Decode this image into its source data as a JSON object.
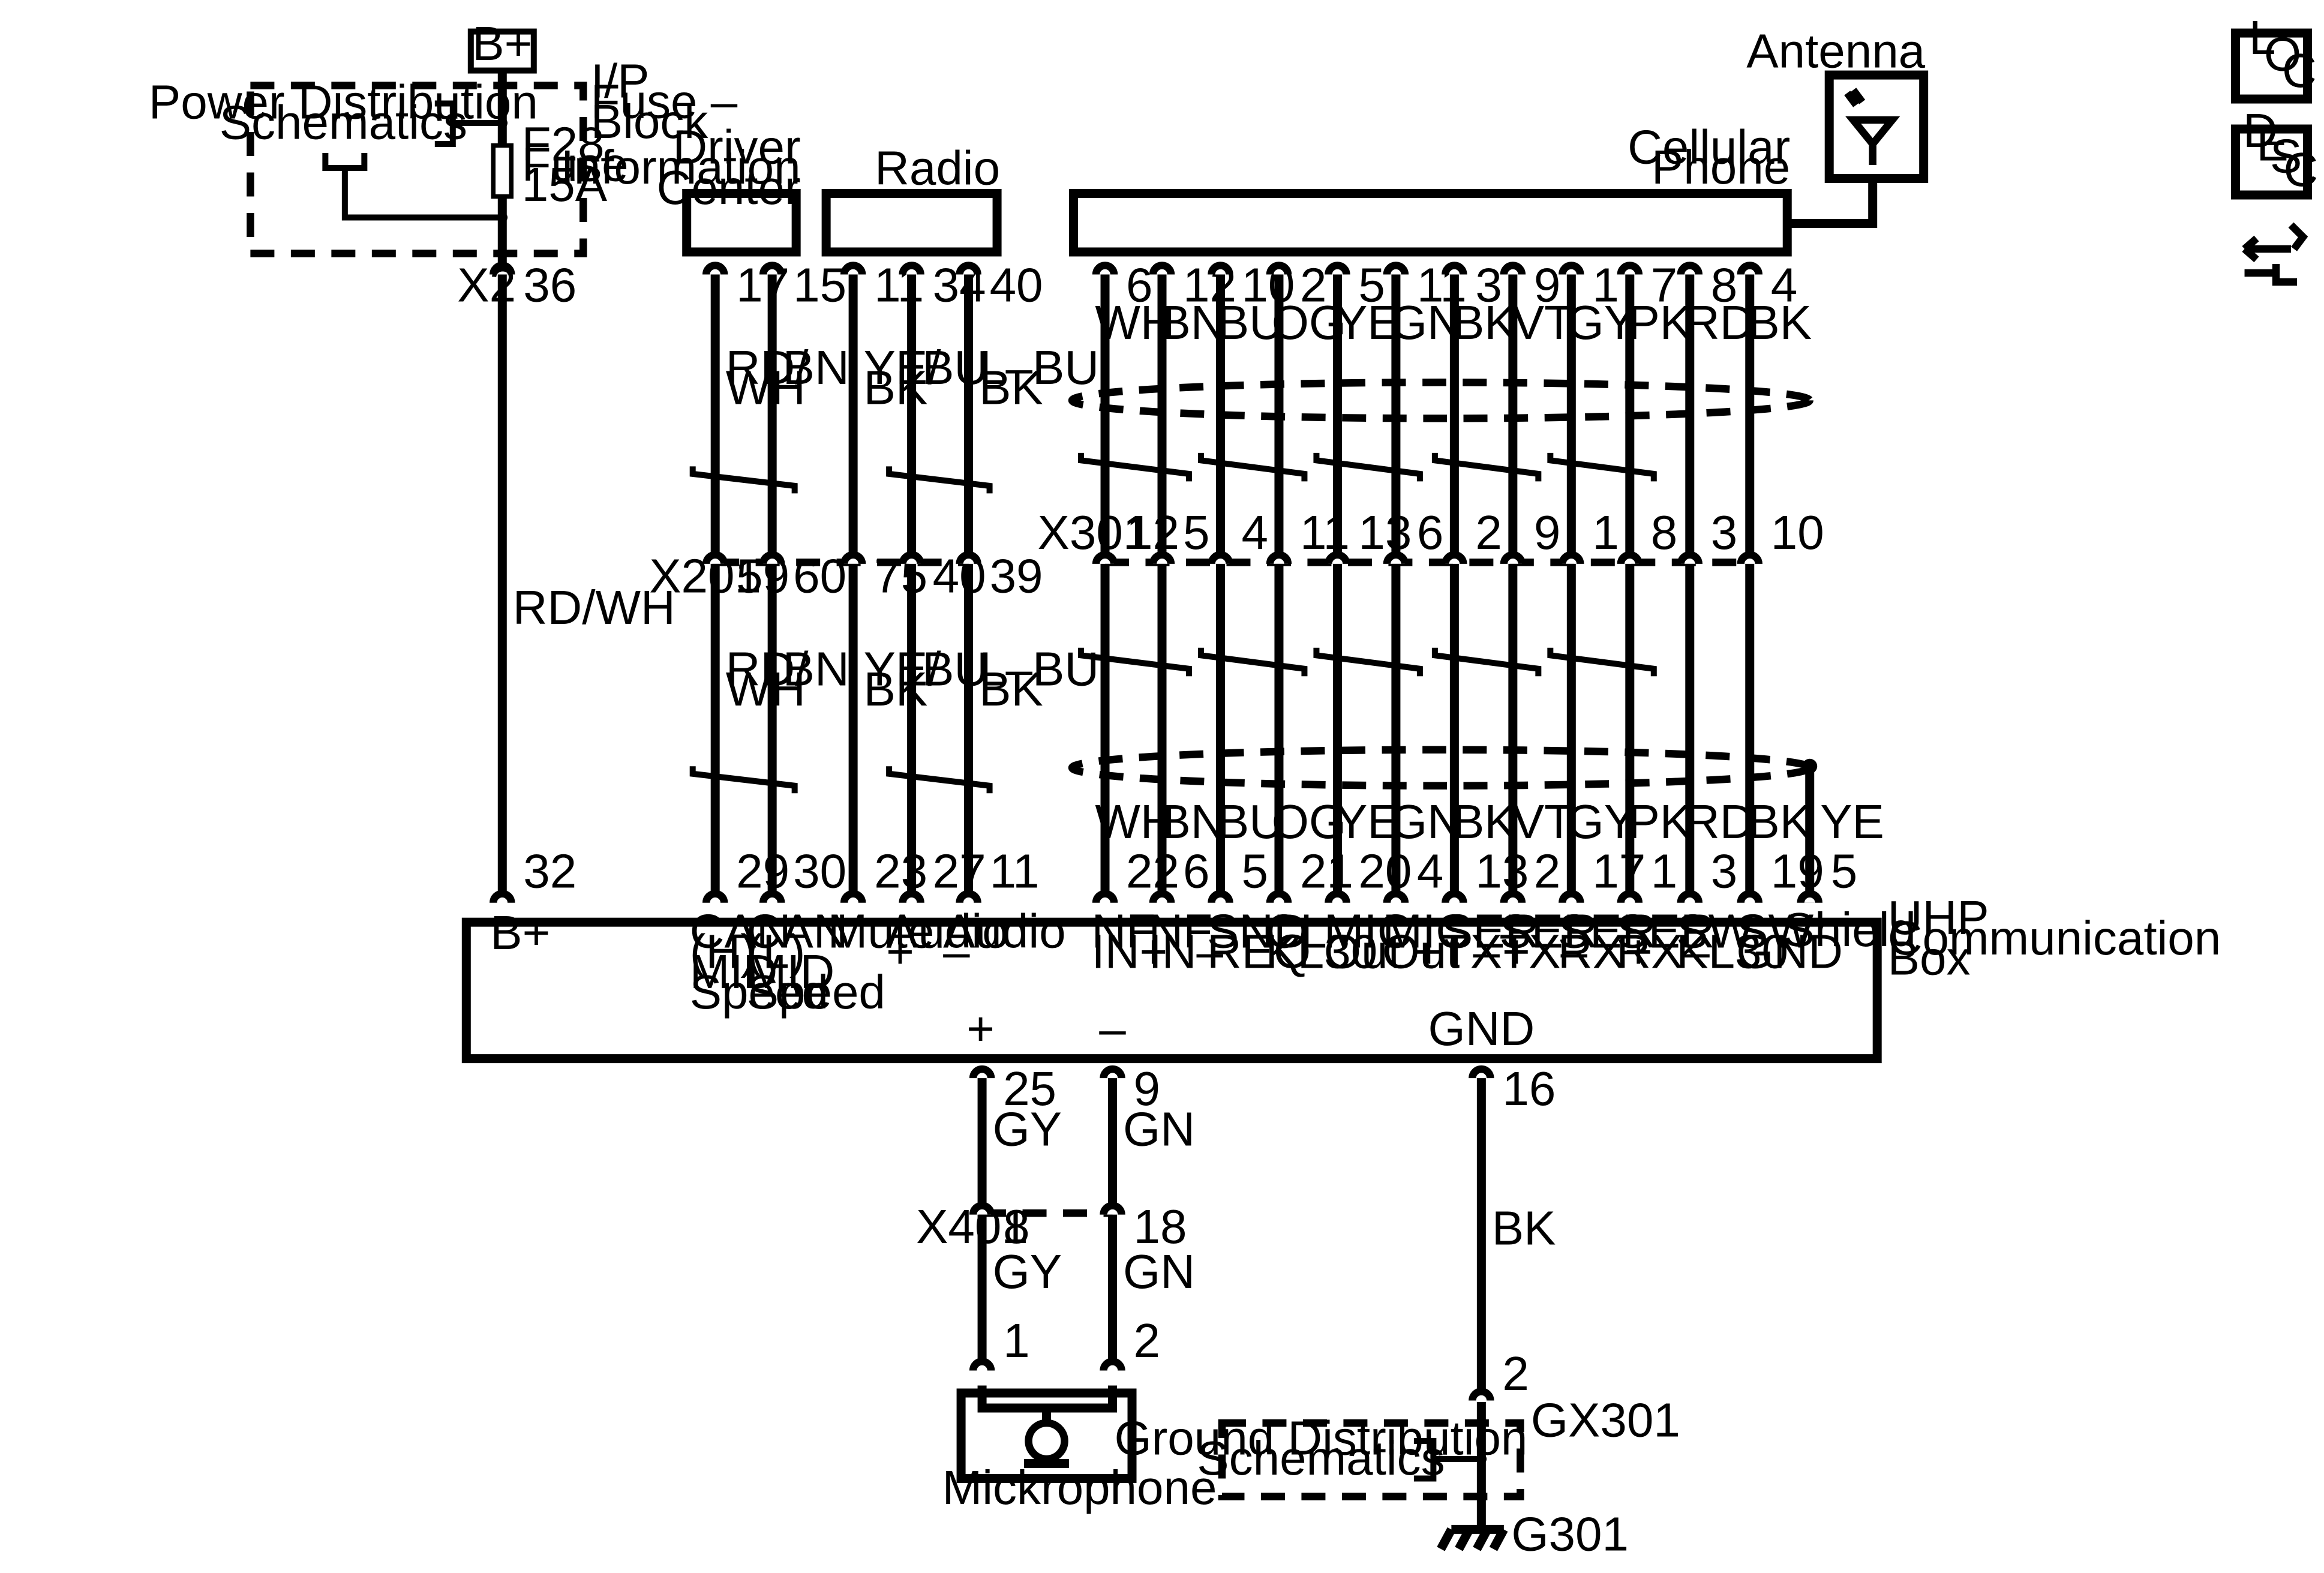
{
  "b_plus_label": "B+",
  "fuse_block": {
    "label_lines": [
      "I/P",
      "Fuse –",
      "Block"
    ],
    "fuse_lines": [
      "F28",
      "Fuse",
      "15A"
    ],
    "power_dist_lines": [
      "Power Distribution",
      "Schematics"
    ]
  },
  "fuse_connector": {
    "name": "X2",
    "pin": "36"
  },
  "bplus_wire_color": "RD/WH",
  "dic": {
    "title_lines": [
      "Driver",
      "Information",
      "Center"
    ]
  },
  "radio": {
    "title": "Radio"
  },
  "cellular": {
    "title_lines": [
      "Cellular",
      "Phone"
    ]
  },
  "antenna": {
    "title": "Antenna"
  },
  "x201": {
    "name": "X201"
  },
  "x301": {
    "name": "X301"
  },
  "x401": {
    "name": "X401"
  },
  "uhp": {
    "title_lines": [
      "UHP",
      "Communication",
      "Box"
    ],
    "b_plus": {
      "pin": "32",
      "label": "B+"
    },
    "plus_label": "+",
    "minus_label": "–",
    "gnd_label": "GND"
  },
  "dic_radio_circuits": [
    {
      "top_pin": "17",
      "top_color": [
        "RD/",
        "WH"
      ],
      "x201_pin": "59",
      "bot_color": [
        "RD/",
        "WH"
      ],
      "uhp_pin": "29",
      "uhp_label": [
        "CAN",
        "(H)",
        "MID",
        "Speed"
      ]
    },
    {
      "top_pin": "15",
      "top_color": [
        "BN"
      ],
      "x201_pin": "60",
      "bot_color": [
        "BN"
      ],
      "uhp_pin": "30",
      "uhp_label": [
        "CAN",
        "(L)",
        "MID",
        "Speed"
      ]
    },
    {
      "top_pin": "11",
      "top_color": [
        "YE/",
        "BK"
      ],
      "x201_pin": "75",
      "bot_color": [
        "YE/",
        "BK"
      ],
      "uhp_pin": "23",
      "uhp_label": [
        "Mute"
      ]
    },
    {
      "top_pin": "34",
      "top_color": [
        "BU"
      ],
      "x201_pin": "40",
      "bot_color": [
        "BU"
      ],
      "uhp_pin": "27",
      "uhp_label": [
        "Audio",
        "+"
      ]
    },
    {
      "top_pin": "40",
      "top_color": [
        "L–BU",
        "BK"
      ],
      "x201_pin": "39",
      "bot_color": [
        "L–BU",
        "BK"
      ],
      "uhp_pin": "11",
      "uhp_label": [
        "Audio",
        "–"
      ]
    }
  ],
  "phone_circuits": [
    {
      "top_pin": "6",
      "color": "WH",
      "x301_pin": "12",
      "bot_color": "WH",
      "uhp_pin": "22",
      "uhp_label": [
        "NF",
        "IN+"
      ]
    },
    {
      "top_pin": "12",
      "color": "BN",
      "x301_pin": "5",
      "bot_color": "BN",
      "uhp_pin": "6",
      "uhp_label": [
        "NF",
        "IN–"
      ]
    },
    {
      "top_pin": "10",
      "color": "BU",
      "x301_pin": "4",
      "bot_color": "BU",
      "uhp_pin": "5",
      "uhp_label": [
        "SND",
        "REQ"
      ]
    },
    {
      "top_pin": "2",
      "color": "OG",
      "x301_pin": "11",
      "bot_color": "OG",
      "uhp_pin": "21",
      "uhp_label": [
        "CL",
        "KL30"
      ]
    },
    {
      "top_pin": "5",
      "color": "YE",
      "x301_pin": "13",
      "bot_color": "YE",
      "uhp_pin": "20",
      "uhp_label": [
        "MIC",
        "Out +"
      ]
    },
    {
      "top_pin": "11",
      "color": "GN",
      "x301_pin": "6",
      "bot_color": "GN",
      "uhp_pin": "4",
      "uhp_label": [
        "MIC",
        "Out –"
      ]
    },
    {
      "top_pin": "3",
      "color": "BK",
      "x301_pin": "2",
      "bot_color": "BK",
      "uhp_pin": "13",
      "uhp_label": [
        "SER",
        "TX+"
      ]
    },
    {
      "top_pin": "9",
      "color": "VT",
      "x301_pin": "9",
      "bot_color": "VT",
      "uhp_pin": "2",
      "uhp_label": [
        "SER",
        "TX–"
      ]
    },
    {
      "top_pin": "1",
      "color": "GY",
      "x301_pin": "1",
      "bot_color": "GY",
      "uhp_pin": "17",
      "uhp_label": [
        "SER",
        "RX+"
      ]
    },
    {
      "top_pin": "7",
      "color": "PK",
      "x301_pin": "8",
      "bot_color": "PK",
      "uhp_pin": "1",
      "uhp_label": [
        "SER",
        "RX–"
      ]
    },
    {
      "top_pin": "8",
      "color": "RD",
      "x301_pin": "3",
      "bot_color": "RD",
      "uhp_pin": "3",
      "uhp_label": [
        "SW",
        "KL30"
      ]
    },
    {
      "top_pin": "4",
      "color": "BK",
      "x301_pin": "10",
      "bot_color": "BK",
      "uhp_pin": "19",
      "uhp_label": [
        "SW",
        "GND"
      ]
    }
  ],
  "shield": {
    "color": "YE",
    "uhp_pin": "5",
    "label": "Shield"
  },
  "mic_circuits": [
    {
      "uhp_pin": "25",
      "color_upper": "GY",
      "x401_pin": "8",
      "color_lower": "GY",
      "mic_pin": "1"
    },
    {
      "uhp_pin": "9",
      "color_upper": "GN",
      "x401_pin": "18",
      "color_lower": "GN",
      "mic_pin": "2"
    }
  ],
  "microphone": {
    "title": "Mickrophone"
  },
  "ground": {
    "uhp_pin": "16",
    "color": "BK",
    "gx_pin": "2",
    "gx_name": "GX301",
    "dist_lines": [
      "Ground Distribution",
      "Schematics"
    ],
    "ground_name": "G301"
  },
  "nav_icons": {
    "loc": [
      "L",
      "O",
      "C"
    ],
    "desc": [
      "D",
      "E",
      "S",
      "C"
    ],
    "harness_icon": "harness-connector-icon"
  }
}
